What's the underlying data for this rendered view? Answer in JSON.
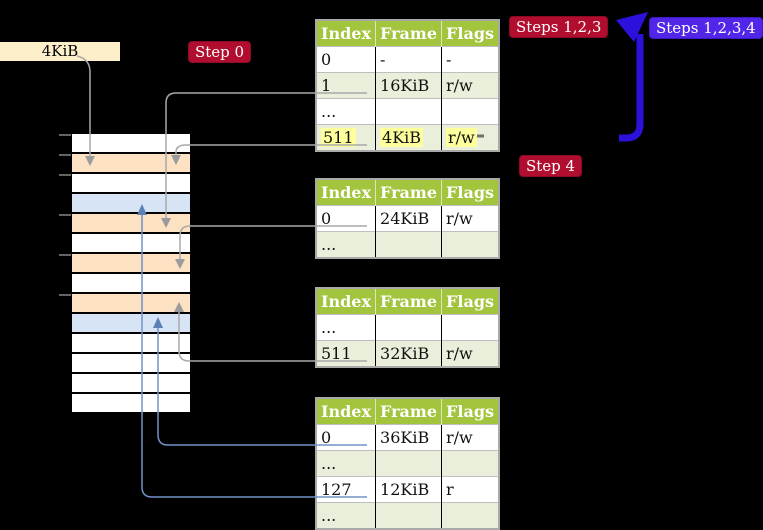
{
  "labels": {
    "page_size": "4KiB",
    "step0": "Step 0",
    "steps123": "Steps 1,2,3",
    "steps1234": "Steps 1,2,3,4",
    "step4": "Step 4"
  },
  "page_tables": [
    {
      "columns": [
        "Index",
        "Frame",
        "Flags"
      ],
      "rows": [
        {
          "cells": [
            "0",
            "-",
            "-"
          ]
        },
        {
          "cells": [
            "1",
            "16KiB",
            "r/w"
          ]
        },
        {
          "cells": [
            "...",
            "",
            ""
          ]
        },
        {
          "cells": [
            "511",
            "4KiB",
            "r/w"
          ],
          "highlight": true
        }
      ]
    },
    {
      "columns": [
        "Index",
        "Frame",
        "Flags"
      ],
      "rows": [
        {
          "cells": [
            "0",
            "24KiB",
            "r/w"
          ]
        },
        {
          "cells": [
            "...",
            "",
            ""
          ]
        }
      ]
    },
    {
      "columns": [
        "Index",
        "Frame",
        "Flags"
      ],
      "rows": [
        {
          "cells": [
            "...",
            "",
            ""
          ]
        },
        {
          "cells": [
            "511",
            "32KiB",
            "r/w"
          ]
        }
      ]
    },
    {
      "columns": [
        "Index",
        "Frame",
        "Flags"
      ],
      "rows": [
        {
          "cells": [
            "0",
            "36KiB",
            "r/w"
          ]
        },
        {
          "cells": [
            "...",
            "",
            ""
          ]
        },
        {
          "cells": [
            "127",
            "12KiB",
            "r"
          ]
        },
        {
          "cells": [
            "...",
            "",
            ""
          ]
        }
      ]
    }
  ],
  "memory": {
    "rows": [
      "white",
      "peach",
      "white",
      "blue",
      "peach",
      "white",
      "peach",
      "white",
      "peach",
      "blue",
      "white",
      "white",
      "white",
      "white"
    ]
  },
  "colors": {
    "background": "#000000",
    "table_header_green": "#a3c53d",
    "table_row_green": "#e9efda",
    "highlight_yellow": "#fdff9c",
    "frame_peach": "#fce1c2",
    "frame_blue": "#d7e4f5",
    "page_size_beige": "#fcefca",
    "badge_red": "#b10d2f",
    "badge_blue": "#5226e9",
    "thick_arrow_blue": "#2c11dd",
    "thin_arrow_blue": "#7293c6",
    "thin_arrow_gray": "#a9a9a9"
  }
}
